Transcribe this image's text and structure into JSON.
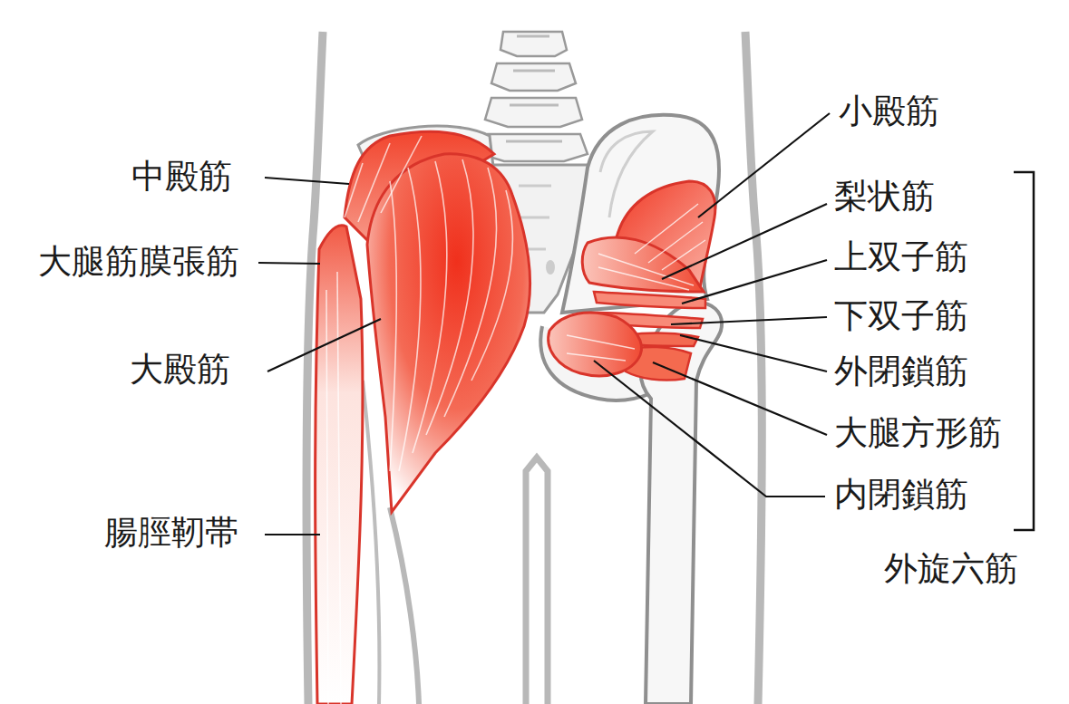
{
  "diagram": {
    "labels": [
      "中殿筋",
      "大腿筋膜張筋",
      "大殿筋",
      "腸脛靭帯",
      "小殿筋",
      "梨状筋",
      "上双子筋",
      "下双子筋",
      "外閉鎖筋",
      "大腿方形筋",
      "内閉鎖筋",
      "外旋六筋"
    ]
  }
}
